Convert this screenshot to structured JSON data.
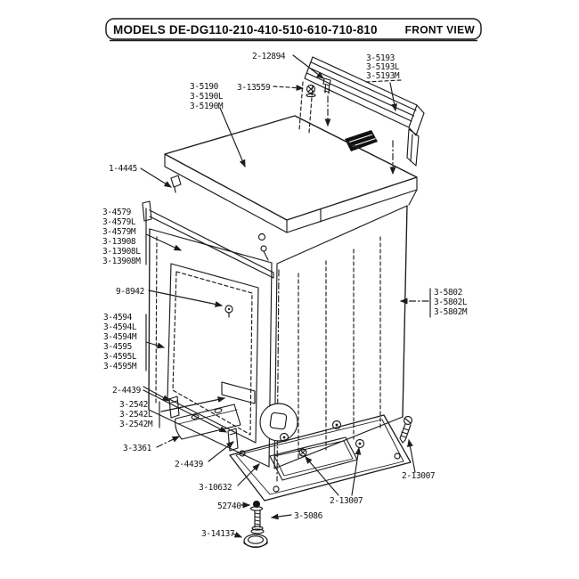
{
  "header": {
    "models": "MODELS DE-DG110-210-410-510-610-710-810",
    "view": "FRONT VIEW"
  },
  "callouts": {
    "top_bolt": "2-12894",
    "top_screw": "3-13559",
    "lid_group": [
      "3-5190",
      "3-5190L",
      "3-5190M"
    ],
    "console_group": [
      "3-5193",
      "3-5193L",
      "3-5193M"
    ],
    "trim": "1-4445",
    "door_group": [
      "3-4579",
      "3-4579L",
      "3-4579M",
      "3-13908",
      "3-13908L",
      "3-13908M"
    ],
    "door_holder": "9-8942",
    "panel_group": [
      "3-4594",
      "3-4594L",
      "3-4594M",
      "3-4595",
      "3-4595L",
      "3-4595M"
    ],
    "side_group": [
      "3-5802",
      "3-5802L",
      "3-5802M"
    ],
    "leg_upper": "2-4439",
    "toe_group": [
      "3-2542",
      "3-2542L",
      "3-2542M"
    ],
    "toe_rail": "3-3361",
    "leg_lower": "2-4439",
    "base": "3-10632",
    "nut": "52740",
    "stud": "3-5086",
    "foot": "3-14137",
    "base_screws": "2-13007",
    "side_screw": "2-13007"
  }
}
